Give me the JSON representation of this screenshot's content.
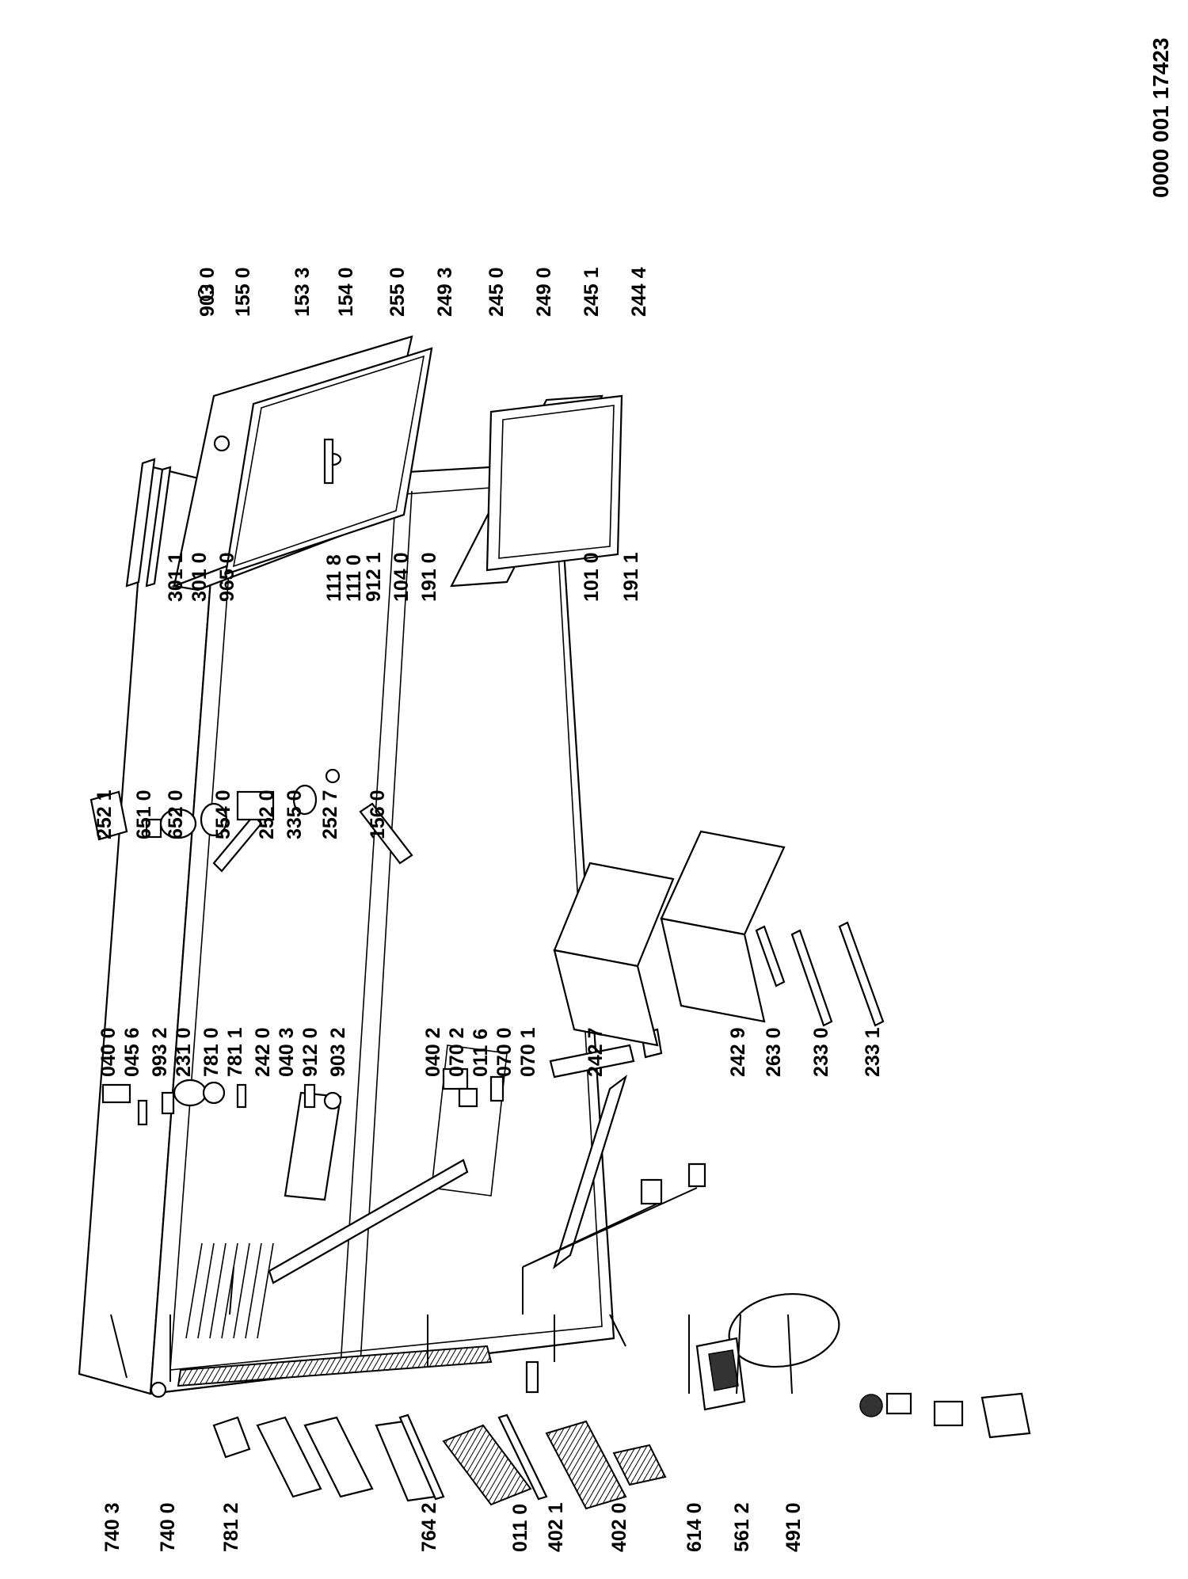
{
  "document_number": "0000 001 17423",
  "part_labels": [
    "740 3",
    "740 0",
    "781 2",
    "764 2",
    "011 0",
    "402 1",
    "402 0",
    "614 0",
    "561 2",
    "491 0",
    "040 0",
    "045 6",
    "993 2",
    "231 0",
    "781 0",
    "781 1",
    "242 0",
    "040 3",
    "912 0",
    "903 2",
    "040 2",
    "070 2",
    "011 6",
    "070 0",
    "070 1",
    "242 7",
    "242 9",
    "263 0",
    "233 0",
    "233 1",
    "252 1",
    "651 0",
    "652 0",
    "554 0",
    "252 0",
    "335 0",
    "252 7",
    "156 0",
    "301 1",
    "301 0",
    "965 0",
    "111 8",
    "111 0",
    "912 1",
    "104 0",
    "191 0",
    "101 0",
    "191 1",
    "903 0",
    "155 0",
    "153 3",
    "154 0",
    "255 0",
    "249 3",
    "245 0",
    "249 0",
    "245 1",
    "244 4"
  ]
}
